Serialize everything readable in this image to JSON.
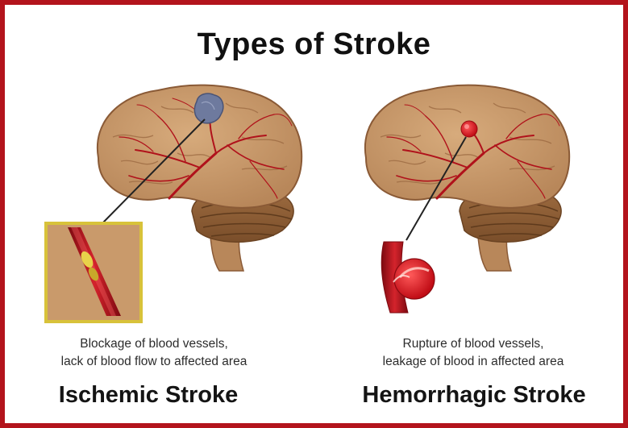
{
  "title": "Types of Stroke",
  "colors": {
    "frame": "#b3141c",
    "brain": "#c89a6b",
    "brain_outline": "#8a5a36",
    "vessel": "#b0121b",
    "cerebellum": "#8e5f36",
    "clot": "#6e7a9e",
    "bleed": "#d5121d",
    "inset_border": "#d8c23a"
  },
  "ischemic": {
    "caption_line1": "Blockage of blood vessels,",
    "caption_line2": "lack of blood flow to affected area",
    "label": "Ischemic Stroke"
  },
  "hemorrhagic": {
    "caption_line1": "Rupture of blood vessels,",
    "caption_line2": "leakage of blood in affected area",
    "label": "Hemorrhagic Stroke"
  }
}
